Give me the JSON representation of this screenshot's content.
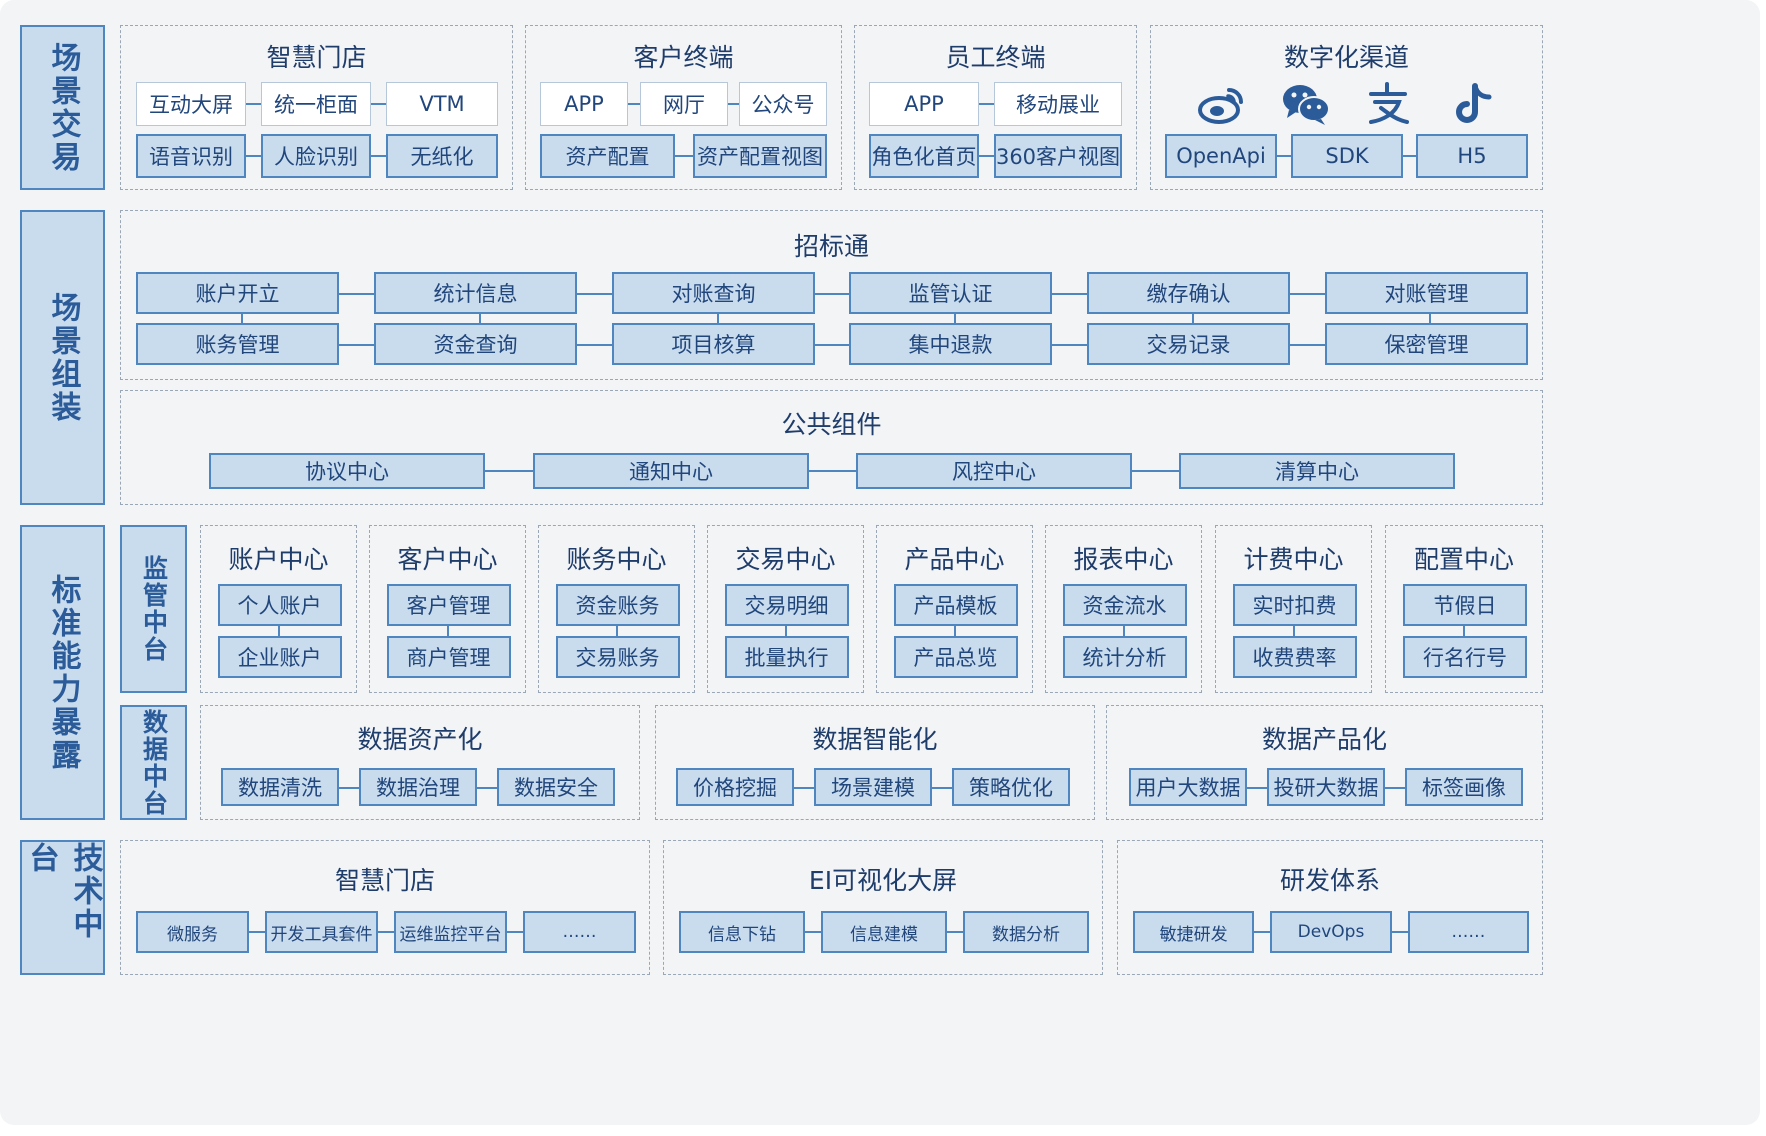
{
  "rows": {
    "scene_trade": "场景交易",
    "scene_assembly": "场景组装",
    "std_capability": "标准能力暴露",
    "tech_platform": "技术中台"
  },
  "sub_rows": {
    "supervision": "监管中台",
    "data": "数据中台"
  },
  "smart_store": {
    "title": "智慧门店",
    "top": [
      "互动大屏",
      "统一柜面",
      "VTM"
    ],
    "bottom": [
      "语音识别",
      "人脸识别",
      "无纸化"
    ]
  },
  "customer_terminal": {
    "title": "客户终端",
    "top": [
      "APP",
      "网厅",
      "公众号"
    ],
    "bottom": [
      "资产配置",
      "资产配置视图"
    ]
  },
  "staff_terminal": {
    "title": "员工终端",
    "top": [
      "APP",
      "移动展业"
    ],
    "bottom": [
      "角色化首页",
      "360客户视图"
    ]
  },
  "digital_channel": {
    "title": "数字化渠道",
    "icons": [
      "weibo-icon",
      "wechat-icon",
      "alipay-icon",
      "tiktok-icon"
    ],
    "bottom": [
      "OpenApi",
      "SDK",
      "H5"
    ]
  },
  "zhaobiaotong": {
    "title": "招标通",
    "row1": [
      "账户开立",
      "统计信息",
      "对账查询",
      "监管认证",
      "缴存确认",
      "对账管理"
    ],
    "row2": [
      "账务管理",
      "资金查询",
      "项目核算",
      "集中退款",
      "交易记录",
      "保密管理"
    ]
  },
  "public_components": {
    "title": "公共组件",
    "items": [
      "协议中心",
      "通知中心",
      "风控中心",
      "清算中心"
    ]
  },
  "centers": [
    {
      "title": "账户中心",
      "items": [
        "个人账户",
        "企业账户"
      ]
    },
    {
      "title": "客户中心",
      "items": [
        "客户管理",
        "商户管理"
      ]
    },
    {
      "title": "账务中心",
      "items": [
        "资金账务",
        "交易账务"
      ]
    },
    {
      "title": "交易中心",
      "items": [
        "交易明细",
        "批量执行"
      ]
    },
    {
      "title": "产品中心",
      "items": [
        "产品模板",
        "产品总览"
      ]
    },
    {
      "title": "报表中心",
      "items": [
        "资金流水",
        "统计分析"
      ]
    },
    {
      "title": "计费中心",
      "items": [
        "实时扣费",
        "收费费率"
      ]
    },
    {
      "title": "配置中心",
      "items": [
        "节假日",
        "行名行号"
      ]
    }
  ],
  "data_groups": [
    {
      "title": "数据资产化",
      "items": [
        "数据清洗",
        "数据治理",
        "数据安全"
      ]
    },
    {
      "title": "数据智能化",
      "items": [
        "价格挖掘",
        "场景建模",
        "策略优化"
      ]
    },
    {
      "title": "数据产品化",
      "items": [
        "用户大数据",
        "投研大数据",
        "标签画像"
      ]
    }
  ],
  "tech_groups": [
    {
      "title": "智慧门店",
      "items": [
        "微服务",
        "开发工具套件",
        "运维监控平台",
        "……"
      ]
    },
    {
      "title": "EI可视化大屏",
      "items": [
        "信息下钻",
        "信息建模",
        "数据分析"
      ]
    },
    {
      "title": "研发体系",
      "items": [
        "敏捷研发",
        "DevOps",
        "……"
      ]
    }
  ],
  "colors": {
    "accent": "#4f86c0",
    "box_fill": "#c9dcee",
    "text": "#1f3d6b"
  }
}
